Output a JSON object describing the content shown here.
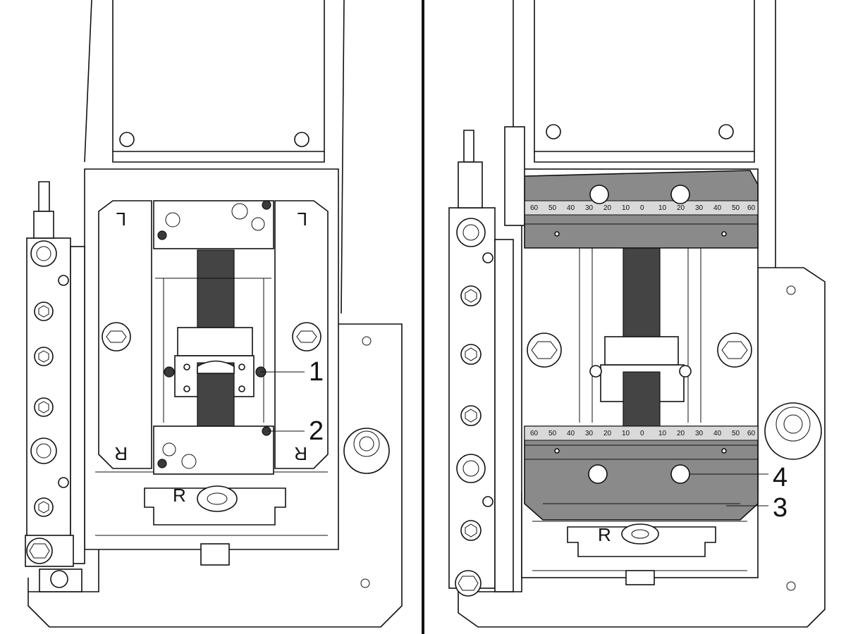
{
  "callouts": [
    "1",
    "2",
    "3",
    "4"
  ],
  "markings": {
    "left_upper_jaw": "L",
    "right_upper_jaw": "L",
    "left_lower_jaw": "R",
    "right_lower_jaw": "R",
    "base_left_panel": "R",
    "base_right_panel": "R"
  },
  "scale_labels": [
    "60",
    "50",
    "40",
    "30",
    "20",
    "10",
    "0",
    "10",
    "20",
    "30",
    "40",
    "50",
    "60"
  ],
  "colors": {
    "line": "#111111",
    "jaw_fill": "#8a8a8a",
    "background": "#ffffff"
  }
}
